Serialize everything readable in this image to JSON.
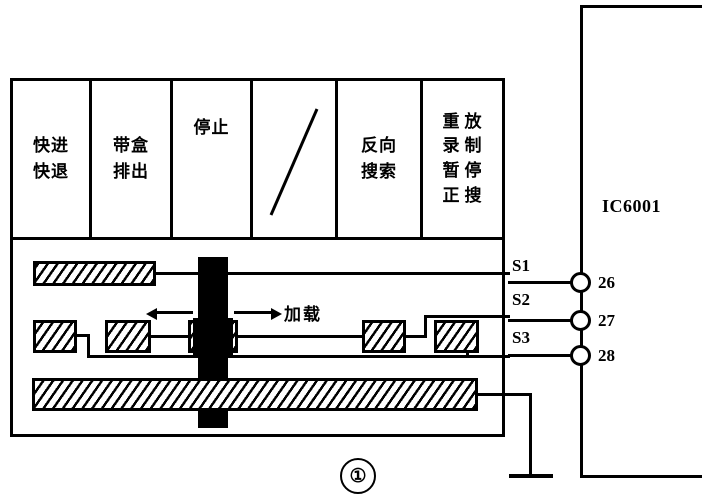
{
  "diagram": {
    "figure_number": "①",
    "ic_label": "IC6001",
    "load_label": "加载",
    "function_table": {
      "columns": [
        {
          "id": "fast-forward-rewind",
          "lines": "快进\n快退",
          "layout": "stacked"
        },
        {
          "id": "cassette-eject",
          "lines": "带盒\n排出",
          "layout": "stacked"
        },
        {
          "id": "stop",
          "lines": "停止",
          "layout": "stacked"
        },
        {
          "id": "blank-slash",
          "lines": "",
          "layout": "slash"
        },
        {
          "id": "reverse-search",
          "lines": "反向\n搜索",
          "layout": "stacked"
        },
        {
          "id": "playback-record",
          "col_left": "重\n录\n暂\n正",
          "col_right": "放\n制\n停\n搜",
          "layout": "two-column"
        }
      ]
    },
    "switches": [
      {
        "name": "S1",
        "pin": "26"
      },
      {
        "name": "S2",
        "pin": "27"
      },
      {
        "name": "S3",
        "pin": "28"
      }
    ]
  }
}
